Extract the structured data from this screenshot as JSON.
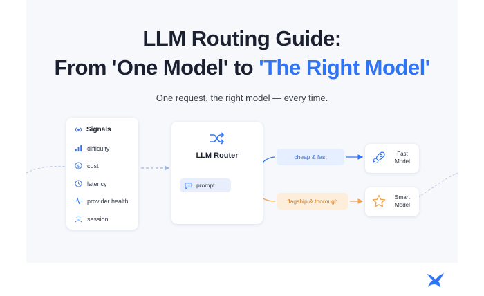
{
  "title": {
    "line1": "LLM Routing Guide:",
    "line2_prefix": "From 'One Model' to ",
    "line2_highlight": "'The Right Model'"
  },
  "subtitle": "One request, the right model — every time.",
  "signals": {
    "heading": "Signals",
    "items": [
      {
        "label": "difficulty",
        "icon": "bar-chart-icon"
      },
      {
        "label": "cost",
        "icon": "dollar-icon"
      },
      {
        "label": "latency",
        "icon": "clock-icon"
      },
      {
        "label": "provider health",
        "icon": "pulse-icon"
      },
      {
        "label": "session",
        "icon": "user-icon"
      }
    ]
  },
  "router": {
    "title": "LLM Router",
    "icon": "shuffle-icon",
    "prompt_label": "prompt"
  },
  "routes": [
    {
      "label": "cheap & fast",
      "color": "#2f74f5"
    },
    {
      "label": "flagship & thorough",
      "color": "#f0a24a"
    }
  ],
  "models": [
    {
      "label_line1": "Fast",
      "label_line2": "Model",
      "icon": "rocket-icon"
    },
    {
      "label_line1": "Smart",
      "label_line2": "Model",
      "icon": "star-icon"
    }
  ],
  "colors": {
    "accent": "#2f74f5",
    "orange": "#f0a24a",
    "panel_bg": "#f6f8fc"
  }
}
